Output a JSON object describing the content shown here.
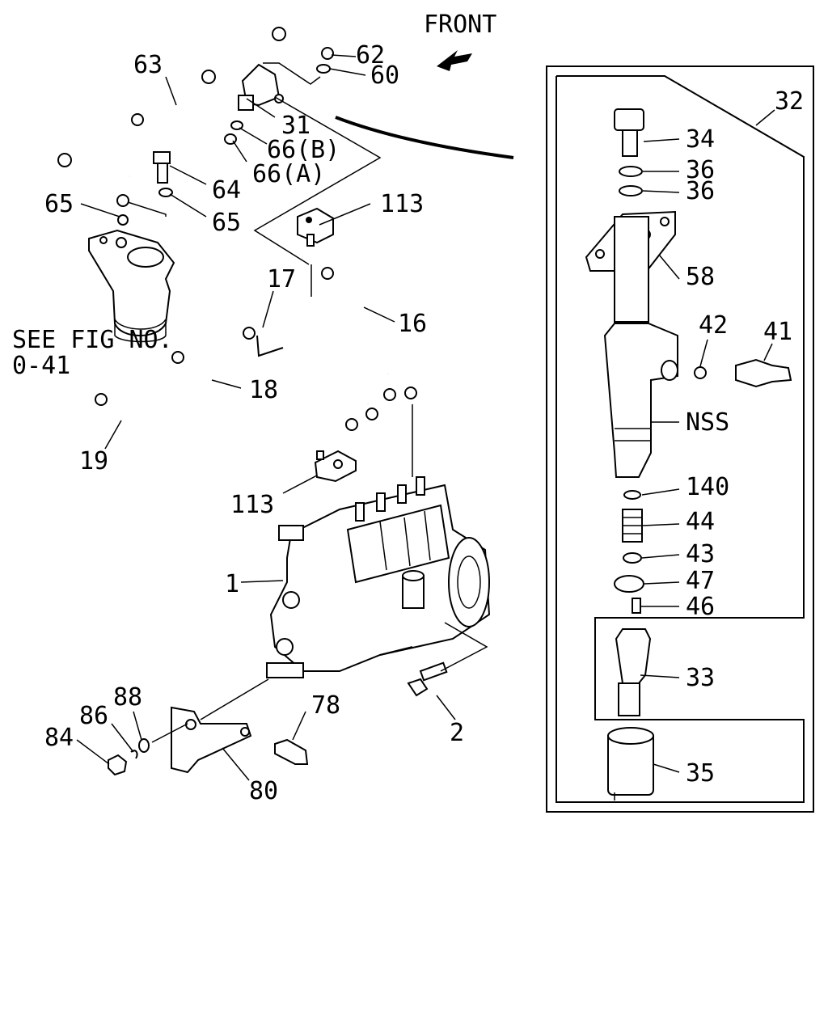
{
  "diagram": {
    "front_label": "FRONT",
    "see_fig": {
      "line1": "SEE FIG NO.",
      "line2": "0-41"
    },
    "callouts": {
      "c63": "63",
      "c62": "62",
      "c60": "60",
      "c31": "31",
      "c66b": "66(B)",
      "c66a": "66(A)",
      "c64": "64",
      "c65a": "65",
      "c65b": "65",
      "c113a": "113",
      "c17": "17",
      "c16": "16",
      "c18": "18",
      "c19": "19",
      "c113b": "113",
      "c1": "1",
      "c2": "2",
      "c78": "78",
      "c80": "80",
      "c84": "84",
      "c86": "86",
      "c88": "88",
      "c32": "32",
      "c34": "34",
      "c36a": "36",
      "c36b": "36",
      "c58": "58",
      "c42": "42",
      "c41": "41",
      "cnss": "NSS",
      "c140": "140",
      "c44": "44",
      "c43": "43",
      "c47": "47",
      "c46": "46",
      "c33": "33",
      "c35": "35"
    }
  }
}
